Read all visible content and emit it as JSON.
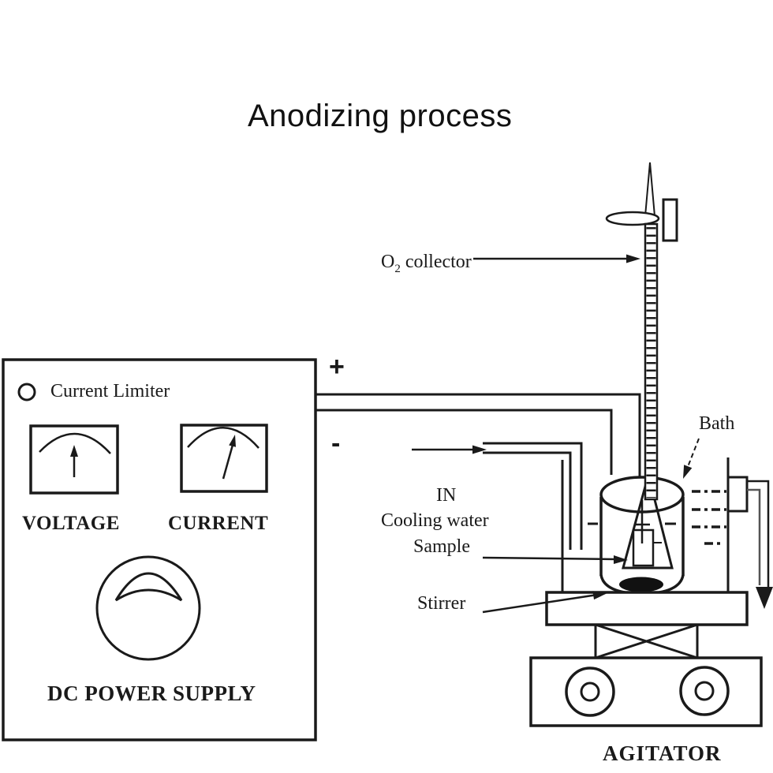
{
  "title": "Anodizing process",
  "power_supply": {
    "current_limiter": "Current Limiter",
    "voltage": "VOLTAGE",
    "current": "CURRENT",
    "name": "DC POWER SUPPLY",
    "positive": "+",
    "negative": "-"
  },
  "labels": {
    "o2_prefix": "O",
    "o2_sub": "2",
    "o2_rest": "collector",
    "bath": "Bath",
    "cooling_in": "IN",
    "cooling_water": "Cooling water",
    "sample": "Sample",
    "stirrer": "Stirrer",
    "agitator": "AGITATOR"
  },
  "colors": {
    "line": "#1a1a1a",
    "background": "#ffffff"
  }
}
